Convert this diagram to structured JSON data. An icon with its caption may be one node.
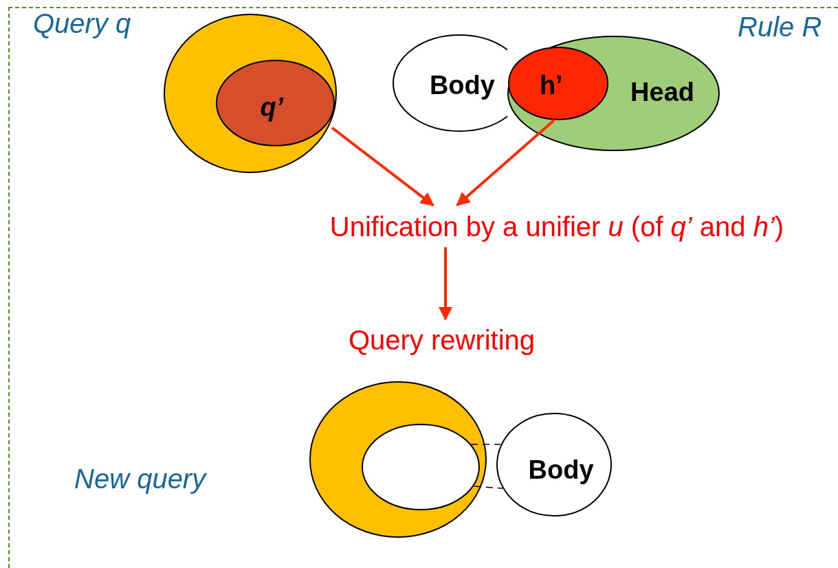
{
  "diagram": {
    "nodes": [
      {
        "text": [],
        "shape": "ellipse"
      },
      {
        "text": [
          "q’"
        ],
        "in": 0
      },
      {
        "text": [
          "Body"
        ]
      },
      {
        "text": [
          "Head"
        ]
      },
      {
        "text": [
          "h’"
        ],
        "in": 3
      },
      {
        "text": [
          "Unification by a unifier *u* (of *q’* and *h’*)"
        ]
      },
      {
        "text": [
          "Query rewriting"
        ]
      },
      {
        "text": [],
        "shape": "ellipse"
      },
      {
        "text": [],
        "shape": "ellipse",
        "in": 7
      },
      {
        "text": [
          "Body"
        ]
      }
    ],
    "edges": [
      {
        "from": 1,
        "to": 5,
        "arrow": "to"
      },
      {
        "from": 4,
        "to": 5,
        "arrow": "to"
      },
      {
        "from": 5,
        "to": 6,
        "arrow": "to"
      },
      {
        "from": 8,
        "to": 9,
        "arrow": "none",
        "style": "dashed",
        "color": "#000000"
      },
      {
        "from": 8,
        "to": 9,
        "arrow": "none",
        "style": "dashed",
        "color": "#000000"
      }
    ],
    "labels": [
      "Query q",
      "Rule R",
      "New query"
    ]
  }
}
